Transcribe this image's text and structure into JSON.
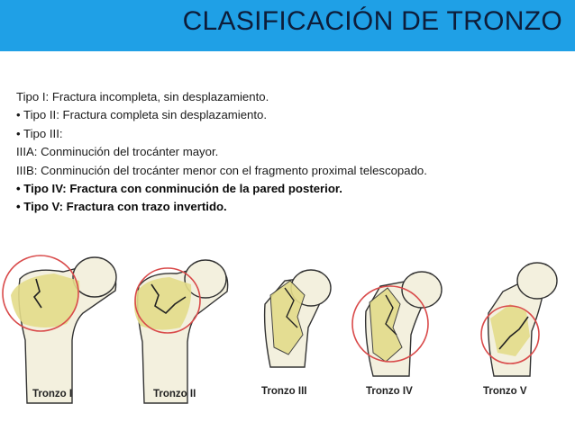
{
  "slide": {
    "title": "CLASIFICACIÓN DE TRONZO",
    "lines": [
      {
        "text": "Tipo I: Fractura incompleta, sin desplazamiento.",
        "bold": false
      },
      {
        "text": "• Tipo II: Fractura completa sin desplazamiento.",
        "bold": false
      },
      {
        "text": "• Tipo III:",
        "bold": false
      },
      {
        "text": "IIIA: Conminución del trocánter mayor.",
        "bold": false
      },
      {
        "text": "IIIB: Conminución del trocánter menor con el fragmento proximal telescopado.",
        "bold": false
      },
      {
        "text": "• Tipo IV: Fractura con conminución de la pared posterior.",
        "bold": true
      },
      {
        "text": "• Tipo V: Fractura con trazo invertido.",
        "bold": true
      }
    ]
  },
  "figure": {
    "captions": [
      "Tronzo I",
      "Tronzo II",
      "Tronzo III",
      "Tronzo IV",
      "Tronzo V"
    ],
    "colors": {
      "bone": "#f3f0de",
      "fracture_zone": "#e3dc8a",
      "circle": "#d94a4a",
      "outline": "#333333"
    }
  }
}
